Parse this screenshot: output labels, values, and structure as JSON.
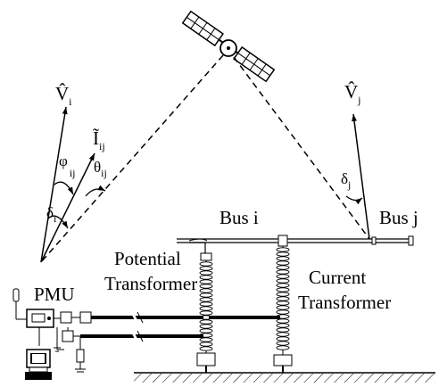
{
  "labels": {
    "voltage_i": "V̂",
    "voltage_i_sub": "i",
    "voltage_j": "V̂",
    "voltage_j_sub": "j",
    "current_ij": "Ĩ",
    "current_ij_sub": "ij",
    "phi": "φ",
    "phi_sub": "ij",
    "theta": "θ",
    "theta_sub": "ij",
    "delta_i": "δ",
    "delta_i_sub": "i",
    "delta_j": "δ",
    "delta_j_sub": "j",
    "bus_i": "Bus i",
    "bus_j": "Bus j",
    "potential_transformer_line1": "Potential",
    "potential_transformer_line2": "Transformer",
    "current_transformer_line1": "Current",
    "current_transformer_line2": "Transformer",
    "pmu": "PMU"
  },
  "icons": {
    "satellite": "satellite-icon",
    "gps_antenna": "antenna-icon",
    "computer": "computer-icon"
  }
}
